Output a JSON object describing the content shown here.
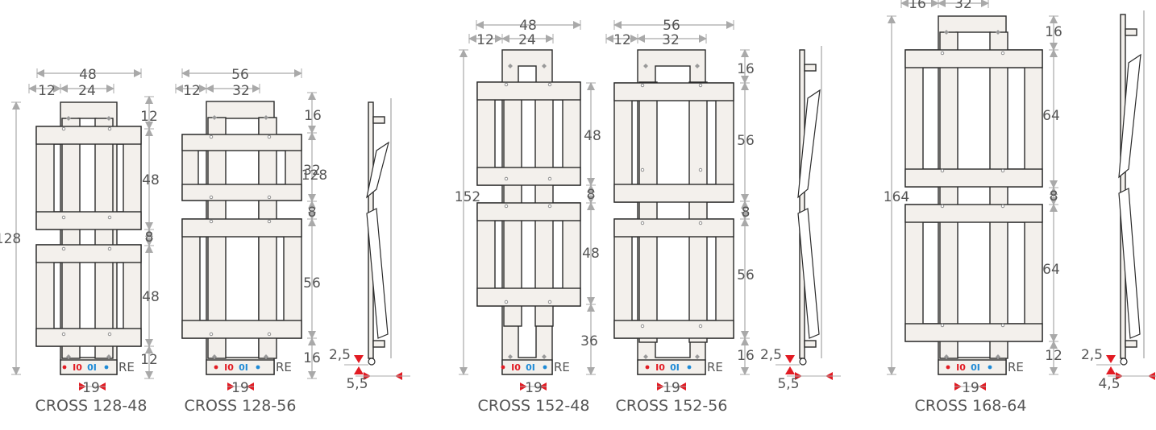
{
  "colors": {
    "panel": "#f3f0ec",
    "stroke": "#2b2b2b",
    "dim_line": "#a9a9a9",
    "text": "#555555",
    "hot": "#e21b23",
    "cold": "#1e8ad6",
    "arrow_red": "#e21b23"
  },
  "labels": {
    "re": "RE",
    "valve_left": "I0",
    "valve_right": "0I"
  },
  "models": [
    {
      "name": "CROSS 128-48",
      "w": "48",
      "w_left": "12",
      "w_inner": "24",
      "total_h": "128",
      "top_gap": "12",
      "sec1": "48",
      "mid": "8",
      "sec2": "48",
      "bot_gap": "12",
      "connect": "19"
    },
    {
      "name": "CROSS 128-56",
      "w": "56",
      "w_left": "12",
      "w_inner": "32",
      "top_gap": "16",
      "sec_top": "32",
      "total_h": "128",
      "mid": "8",
      "sec2": "56",
      "bot_gap": "16",
      "connect": "19"
    },
    {
      "name": "CROSS 152-48",
      "w": "48",
      "w_left": "12",
      "w_inner": "24",
      "total_h": "152",
      "sec1": "48",
      "mid": "8",
      "sec2": "48",
      "bot": "36",
      "connect": "19"
    },
    {
      "name": "CROSS 152-56",
      "w": "56",
      "w_left": "12",
      "w_inner": "32",
      "top_gap": "16",
      "sec1": "56",
      "mid": "8",
      "sec2": "56",
      "bot_gap": "16",
      "connect": "19"
    },
    {
      "name": "CROSS 168-64",
      "w_left": "16",
      "w_inner": "32",
      "total_h": "164",
      "top_gap": "16",
      "sec1": "64",
      "mid": "8",
      "sec2": "64",
      "bot_gap": "12",
      "connect": "19"
    }
  ],
  "side_views": [
    {
      "wall_gap": "2,5",
      "depth": "5,5"
    },
    {
      "wall_gap": "2,5",
      "depth": "5,5"
    },
    {
      "wall_gap": "2,5",
      "depth": "4,5"
    }
  ]
}
